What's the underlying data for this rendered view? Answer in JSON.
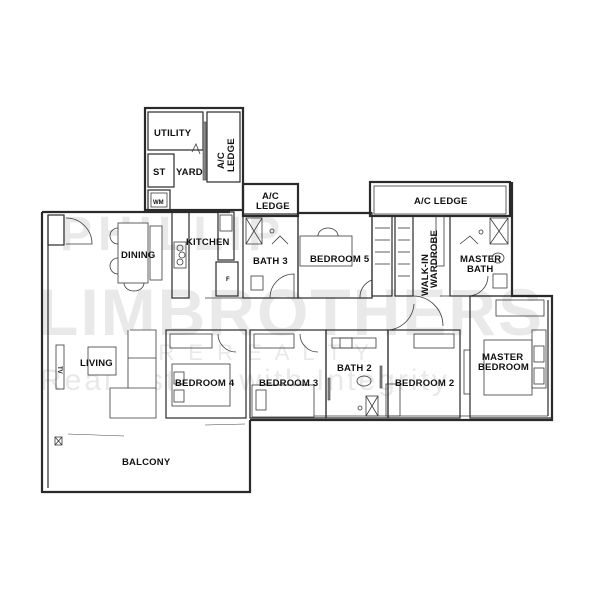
{
  "floorplan": {
    "type": "residential unit floor plan",
    "bedrooms": 5,
    "bathrooms": 3
  },
  "rooms": {
    "utility": "UTILITY",
    "ac_ledge_vertical": "A/C LEDGE",
    "st": "ST",
    "yard": "YARD",
    "wm": "WM",
    "ac_ledge_small_line1": "A/C",
    "ac_ledge_small_line2": "LEDGE",
    "ac_ledge_large": "A/C LEDGE",
    "dining": "DINING",
    "kitchen": "KITCHEN",
    "fridge": "F",
    "bath3": "BATH 3",
    "bedroom5": "BEDROOM 5",
    "walkin_line1": "WALK-IN",
    "walkin_line2": "WARDROBE",
    "master_bath_line1": "MASTER",
    "master_bath_line2": "BATH",
    "living": "LIVING",
    "tv": "TV",
    "bedroom4": "BEDROOM 4",
    "bedroom3": "BEDROOM 3",
    "bath2": "BATH 2",
    "bedroom2": "BEDROOM 2",
    "master_bedroom_line1": "MASTER",
    "master_bedroom_line2": "BEDROOM",
    "balcony": "BALCONY"
  },
  "watermark": {
    "line1": "PHILLIP",
    "line2": "LIMBROTHERS",
    "line3": "P R E   R E A L T Y",
    "line4": "Real Estate with Integrity"
  },
  "colors": {
    "wall": "#2a2a2a",
    "fixture_grey": "#8a8a8a",
    "watermark": "#e9e9e9",
    "background": "#ffffff"
  }
}
